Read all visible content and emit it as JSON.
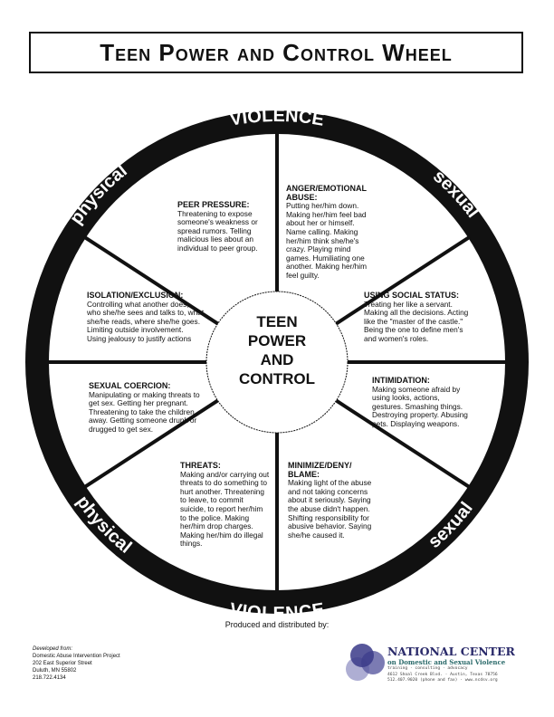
{
  "title": "Teen Power and Control Wheel",
  "ring": {
    "top": "VIOLENCE",
    "bottom": "VIOLENCE",
    "upper_left": "physical",
    "lower_left": "physical",
    "upper_right": "sexual",
    "lower_right": "sexual"
  },
  "hub": [
    "TEEN",
    "POWER",
    "AND",
    "CONTROL"
  ],
  "sections": [
    {
      "heading": "PEER PRESSURE:",
      "text": "Threatening to expose someone's weakness or spread rumors. Telling malicious lies about an individual to peer group."
    },
    {
      "heading": "ANGER/EMOTIONAL ABUSE:",
      "text": "Putting her/him down. Making her/him feel bad about her or himself. Name calling. Making her/him think she/he's crazy. Playing mind games. Humiliating one another. Making her/him feel guilty."
    },
    {
      "heading": "ISOLATION/EXCLUSION:",
      "text": "Controlling what another does, who she/he sees and talks to, what she/he reads, where she/he goes. Limiting outside involvement. Using jealousy to justify actions"
    },
    {
      "heading": "USING SOCIAL STATUS:",
      "text": "Treating her like a servant. Making all the decisions. Acting like the \"master of the castle.\" Being the one to define men's and women's roles."
    },
    {
      "heading": "SEXUAL COERCION:",
      "text": "Manipulating or making threats to get sex. Getting her pregnant. Threatening to take the children away. Getting someone drunk or drugged to get sex."
    },
    {
      "heading": "INTIMIDATION:",
      "text": "Making someone afraid by using looks, actions, gestures. Smashing things. Destroying property. Abusing pets. Displaying weapons."
    },
    {
      "heading": "THREATS:",
      "text": "Making and/or carrying out threats to do something to hurt another. Threatening to leave, to commit suicide, to report her/him to the police. Making her/him drop charges. Making her/him do illegal things."
    },
    {
      "heading": "MINIMIZE/DENY/ BLAME:",
      "text": "Making light of the abuse and not taking concerns about it seriously. Saying the abuse didn't happen. Shifting responsibility for abusive behavior. Saying she/he caused it."
    }
  ],
  "footer": {
    "produced": "Produced and distributed by:",
    "developed_label": "Developed from:",
    "developed_lines": [
      "Domestic Abuse Intervention Project",
      "202 East Superior Street",
      "Duluth, MN 55802",
      "218.722.4134"
    ],
    "org_name": "NATIONAL CENTER",
    "org_sub": "on Domestic and Sexual Violence",
    "org_tagline": "training  ·  consulting  ·  advocacy",
    "org_address": "4612 Shoal Creek Blvd.  ·  Austin, Texas 78756",
    "org_contact": "512.407.9020 (phone and fax)  ·  www.ncdsv.org"
  },
  "colors": {
    "ink": "#111111",
    "logo_dark": "#2a2a6a",
    "logo_light": "#9a9ac8"
  }
}
